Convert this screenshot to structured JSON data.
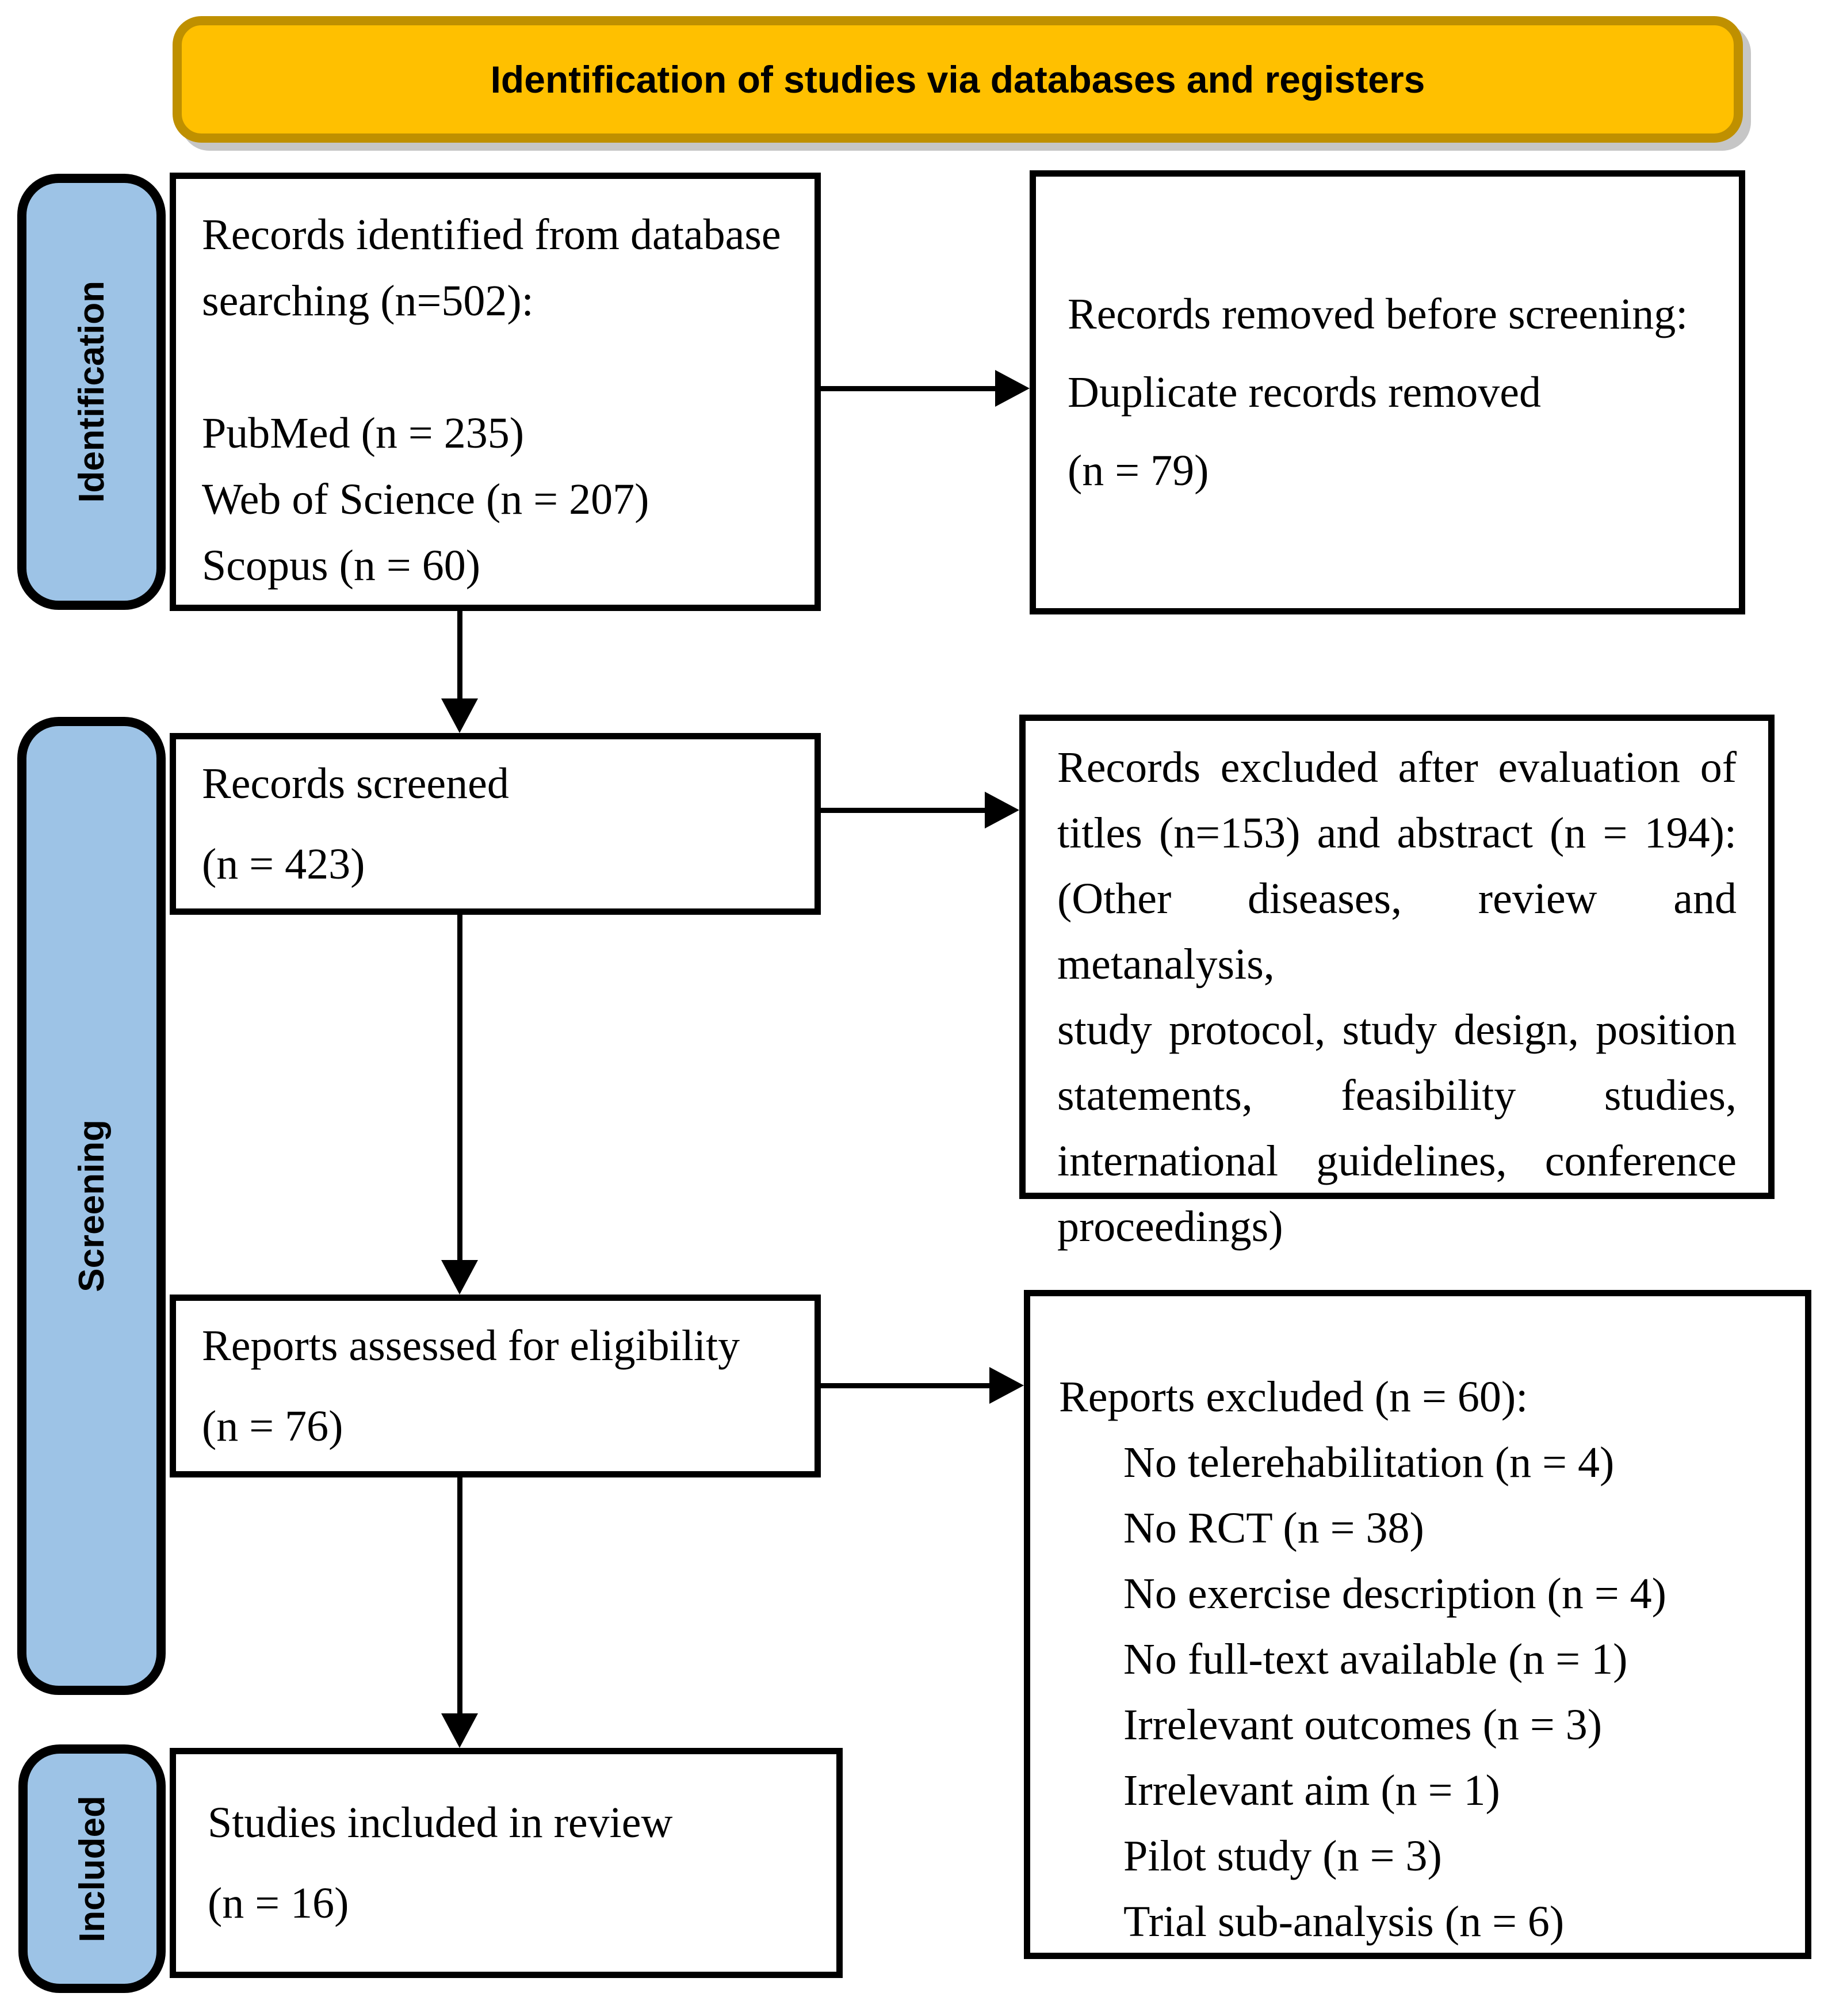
{
  "banner": {
    "label": "Identification of studies via databases and registers"
  },
  "sidebars": {
    "identification": {
      "label": "Identification"
    },
    "screening": {
      "label": "Screening"
    },
    "included": {
      "label": "Included"
    }
  },
  "boxes": {
    "identified": {
      "lines": [
        "Records identified from database",
        "searching (n=502):",
        "",
        "PubMed (n = 235)",
        "Web of Science (n = 207)",
        "Scopus (n = 60)"
      ]
    },
    "removed": {
      "lines": [
        "Records removed before screening:",
        "Duplicate records removed",
        "(n = 79)"
      ]
    },
    "screened": {
      "lines": [
        "Records screened",
        "(n = 423)"
      ]
    },
    "excluded_titles": {
      "lines": [
        "Records excluded after evaluation of",
        "titles (n=153) and abstract (n = 194):",
        "(Other diseases, review and metanalysis,",
        "study protocol, study design, position",
        "statements, feasibility studies,",
        "international guidelines, conference",
        "proceedings)"
      ]
    },
    "assessed": {
      "lines": [
        "Reports assessed for eligibility",
        "(n = 76)"
      ]
    },
    "reports_excluded": {
      "header": "Reports excluded (n = 60):",
      "items": [
        "No telerehabilitation (n = 4)",
        "No RCT (n = 38)",
        "No exercise description (n = 4)",
        "No full-text available (n = 1)",
        "Irrelevant outcomes (n = 3)",
        "Irrelevant aim (n = 1)",
        "Pilot study (n = 3)",
        "Trial sub-analysis (n = 6)"
      ]
    },
    "included": {
      "lines": [
        "Studies included in review",
        "(n = 16)"
      ]
    }
  },
  "colors": {
    "banner_fill": "#FFC000",
    "banner_border": "#BF9000",
    "sidebar_fill": "#9DC3E6"
  }
}
